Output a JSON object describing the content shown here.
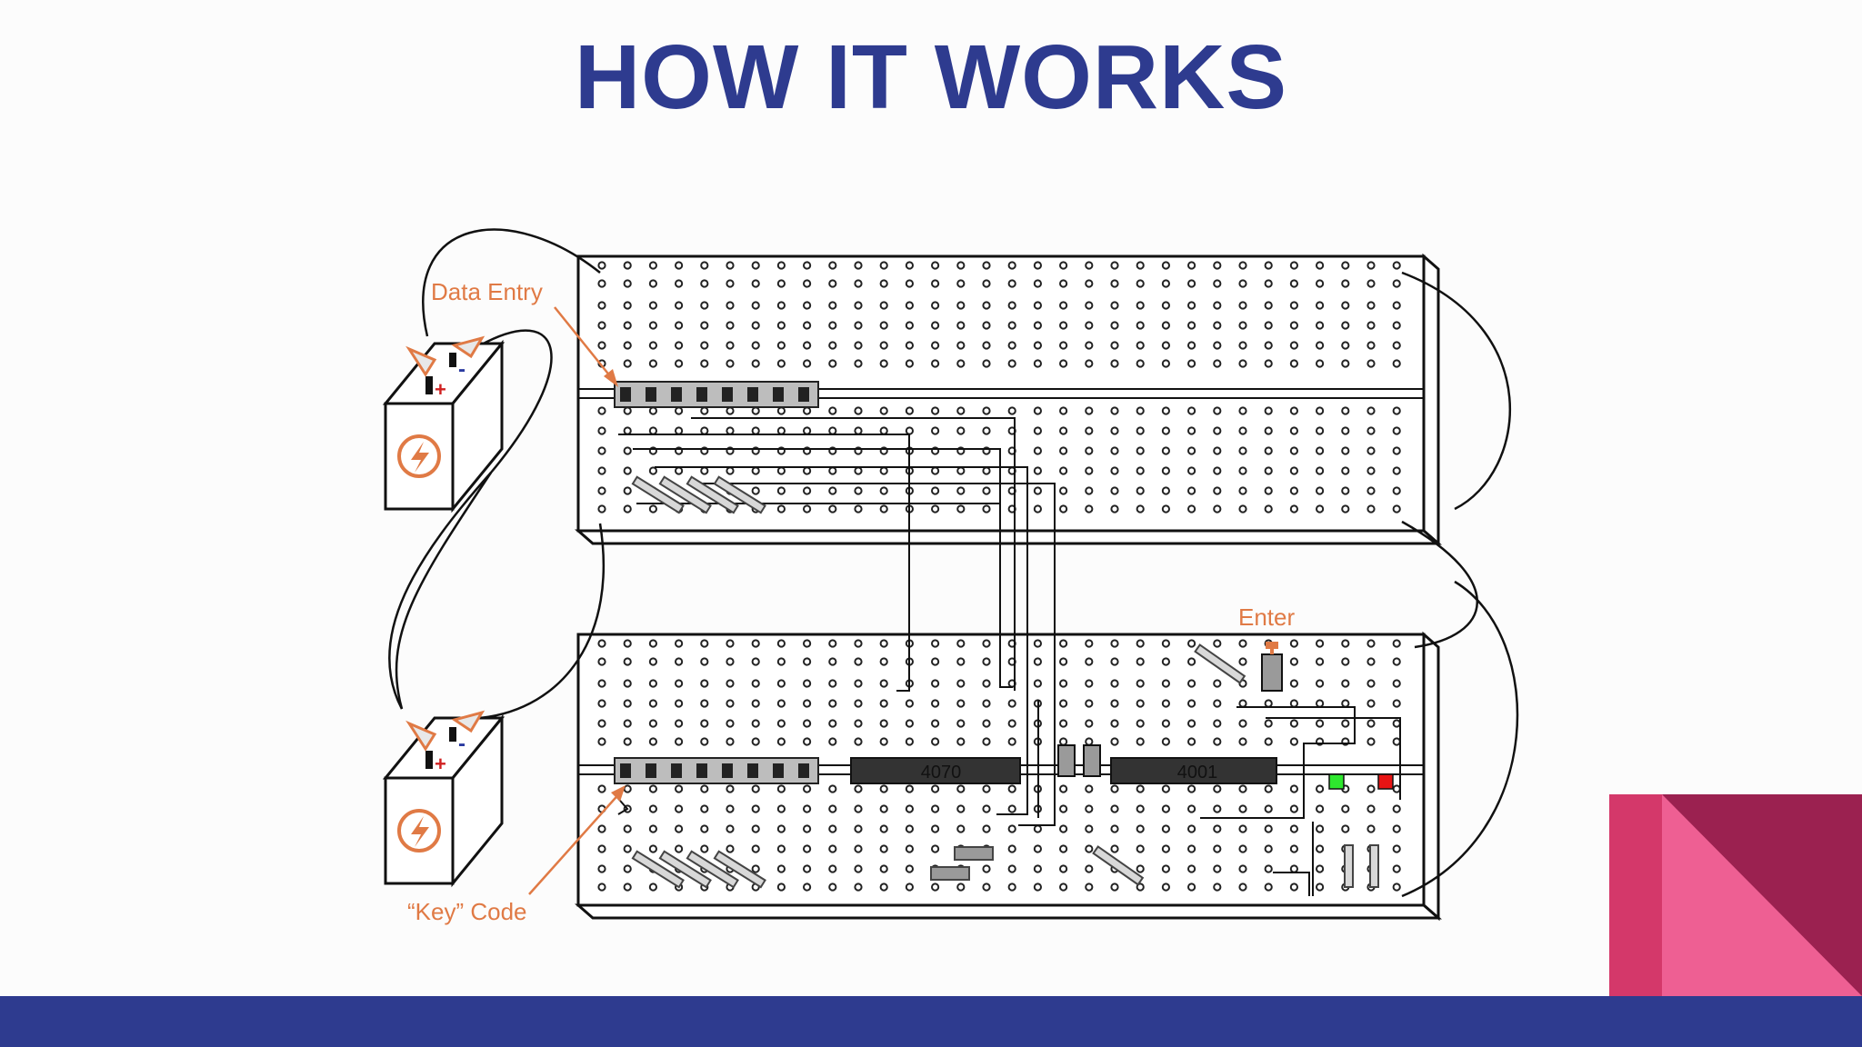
{
  "slide": {
    "title": "HOW IT WORKS"
  },
  "labels": {
    "data_entry": "Data Entry",
    "enter": "Enter",
    "key_code": "“Key” Code",
    "chip_a": "4070",
    "chip_b": "4001",
    "plus": "+",
    "minus": "-"
  },
  "colors": {
    "title": "#2e3b8f",
    "footer": "#2e3b8f",
    "label": "#e07a45",
    "corner_dark": "#9b2150",
    "corner_mid": "#d4386a",
    "corner_light": "#ee5f93",
    "led_green": "#2ee82e",
    "led_red": "#e81414",
    "chip": "#333333"
  },
  "icons": [
    "battery-icon",
    "lightning-icon",
    "alligator-clip-icon"
  ]
}
